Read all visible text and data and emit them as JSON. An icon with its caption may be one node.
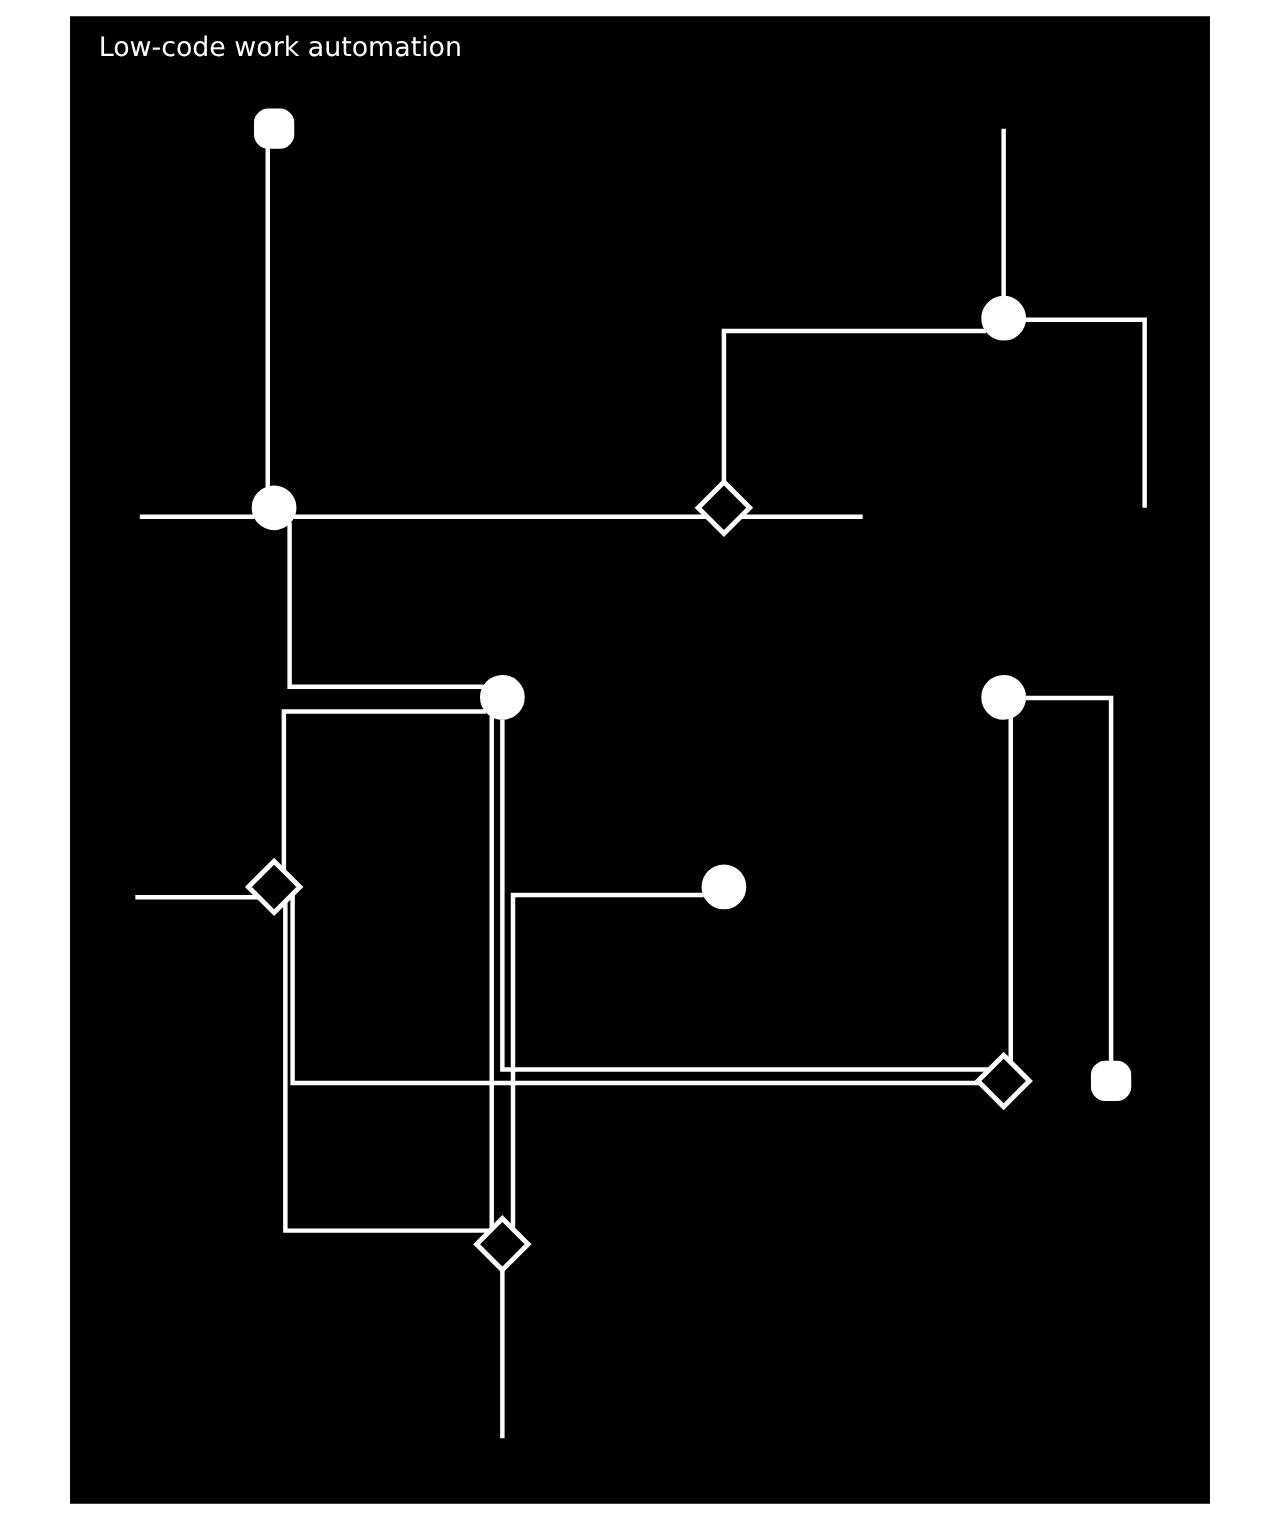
{
  "diagram": {
    "title": "Low-code work automation",
    "nodes": [
      {
        "text": [],
        "shape": "box"
      },
      {
        "text": [],
        "shape": "circle"
      },
      {
        "text": [],
        "shape": "circle"
      },
      {
        "text": [],
        "shape": "diamond"
      },
      {
        "text": [],
        "shape": "circle"
      },
      {
        "text": [],
        "shape": "circle"
      },
      {
        "text": [],
        "shape": "diamond"
      },
      {
        "text": [],
        "shape": "circle"
      },
      {
        "text": [],
        "shape": "diamond"
      },
      {
        "text": [],
        "shape": "box"
      },
      {
        "text": [],
        "shape": "diamond"
      }
    ],
    "edges": [
      {
        "from": null,
        "to": 2,
        "arrow": "none"
      },
      {
        "from": 0,
        "to": 2,
        "arrow": "none"
      },
      {
        "from": 2,
        "to": 3,
        "arrow": "none"
      },
      {
        "from": 2,
        "to": 4,
        "arrow": "none"
      },
      {
        "from": 1,
        "to": 3,
        "arrow": "none"
      },
      {
        "from": 3,
        "to": null,
        "arrow": "none"
      },
      {
        "from": null,
        "to": 1,
        "arrow": "none"
      },
      {
        "from": 1,
        "to": null,
        "arrow": "none"
      },
      {
        "from": 4,
        "to": 6,
        "arrow": "none"
      },
      {
        "from": null,
        "to": 6,
        "arrow": "none"
      },
      {
        "from": 4,
        "to": 10,
        "arrow": "none"
      },
      {
        "from": 4,
        "to": 8,
        "arrow": "none"
      },
      {
        "from": 6,
        "to": 10,
        "arrow": "none"
      },
      {
        "from": 6,
        "to": 8,
        "arrow": "none"
      },
      {
        "from": 5,
        "to": 8,
        "arrow": "none"
      },
      {
        "from": 5,
        "to": 9,
        "arrow": "none"
      },
      {
        "from": 7,
        "to": 10,
        "arrow": "none"
      },
      {
        "from": 10,
        "to": null,
        "arrow": "none"
      }
    ]
  }
}
